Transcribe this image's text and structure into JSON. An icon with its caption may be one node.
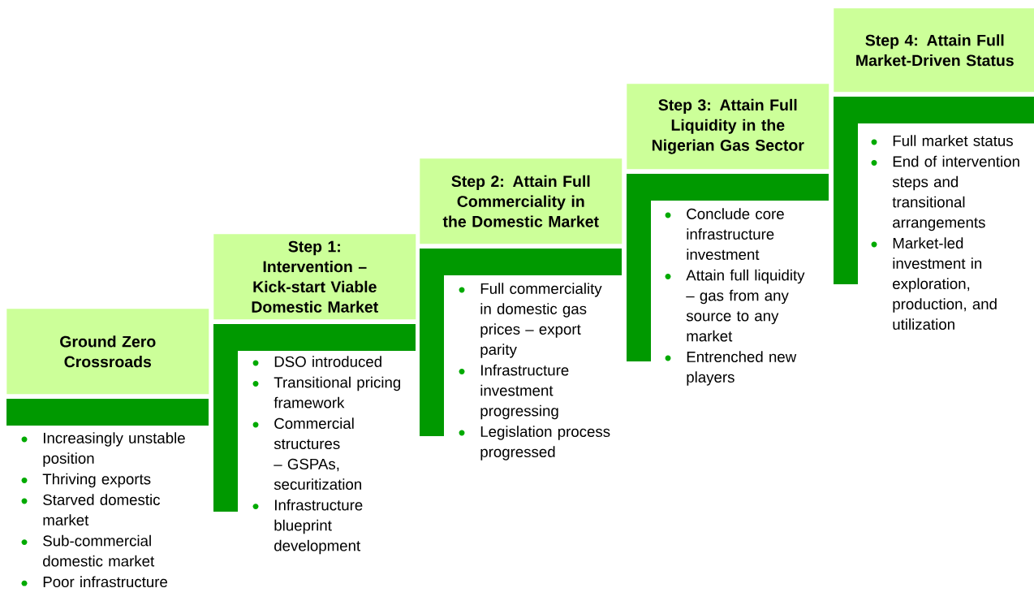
{
  "diagram": {
    "nodes": [
      {
        "text": [
          "Ground Zero Crossroads"
        ],
        "beside": [
          "Increasingly unstable position",
          "Thriving exports",
          "Starved domestic market",
          "Sub-commercial domestic market",
          "Poor infrastructure"
        ]
      },
      {
        "text": [
          "Step 1: Intervention – Kick-start Viable Domestic Market"
        ],
        "beside": [
          "DSO introduced",
          "Transitional pricing framework",
          "Commercial structures – GSPAs, securitization",
          "Infrastructure blueprint development"
        ]
      },
      {
        "text": [
          "Step 2: Attain Full Commerciality in the Domestic Market"
        ],
        "beside": [
          "Full commerciality in domestic gas prices – export parity",
          "Infrastructure investment progressing",
          "Legislation process progressed"
        ]
      },
      {
        "text": [
          "Step 3: Attain Full Liquidity in the Nigerian Gas Sector"
        ],
        "beside": [
          "Conclude core infrastructure investment",
          "Attain full liquidity – gas from any source to any market",
          "Entrenched new players"
        ]
      },
      {
        "text": [
          "Step 4: Attain Full Market-Driven Status"
        ],
        "beside": [
          "Full market status",
          "End of intervention steps and transitional arrangements",
          "Market-led investment in exploration, production, and utilization"
        ]
      }
    ]
  }
}
